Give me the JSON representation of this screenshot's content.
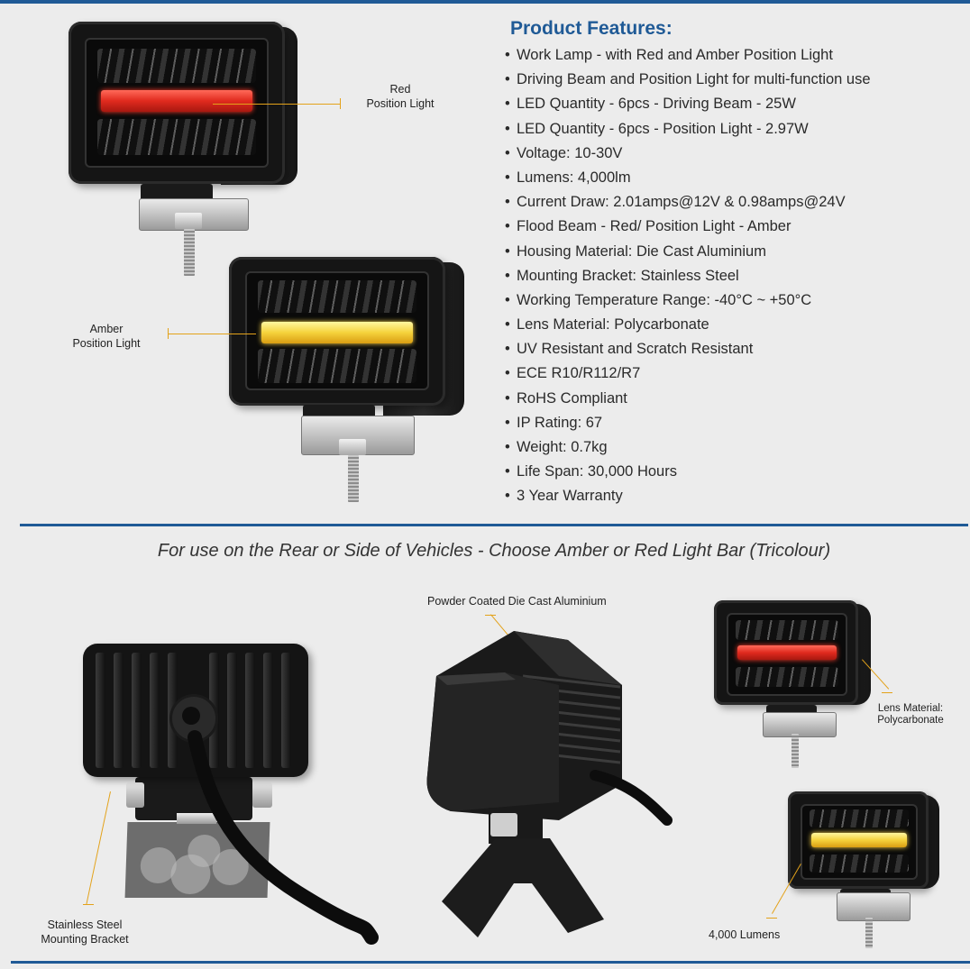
{
  "features": {
    "title": "Product Features:",
    "bullet": "•",
    "items": [
      "Work Lamp - with Red and Amber Position Light",
      "Driving Beam and Position Light for multi-function use",
      "LED Quantity - 6pcs - Driving Beam - 25W",
      "LED Quantity - 6pcs - Position Light - 2.97W",
      "Voltage: 10-30V",
      "Lumens: 4,000lm",
      "Current Draw: 2.01amps@12V & 0.98amps@24V",
      "Flood Beam - Red/ Position Light - Amber",
      "Housing Material: Die Cast Aluminium",
      "Mounting Bracket: Stainless Steel",
      "Working Temperature Range: -40°C ~ +50°C",
      "Lens Material: Polycarbonate",
      "UV Resistant and Scratch Resistant",
      "ECE R10/R112/R7",
      "RoHS Compliant",
      "IP Rating: 67",
      "Weight: 0.7kg",
      "Life Span: 30,000 Hours",
      "3 Year Warranty"
    ]
  },
  "subtitle": "For use on the Rear or Side of Vehicles - Choose Amber or Red Light Bar (Tricolour)",
  "callouts": {
    "red_line1": "Red",
    "red_line2": "Position Light",
    "amber_line1": "Amber",
    "amber_line2": "Position Light",
    "housing": "Powder Coated Die Cast Aluminium",
    "lens_line1": "Lens Material:",
    "lens_line2": "Polycarbonate",
    "bracket_line1": "Stainless Steel",
    "bracket_line2": "Mounting Bracket",
    "lumens": "4,000 Lumens"
  },
  "colors": {
    "accent": "#1f5a96",
    "red_bar": "#e02a1e",
    "amber_bar": "#f5d23c",
    "callout_line": "#e3a21a"
  }
}
